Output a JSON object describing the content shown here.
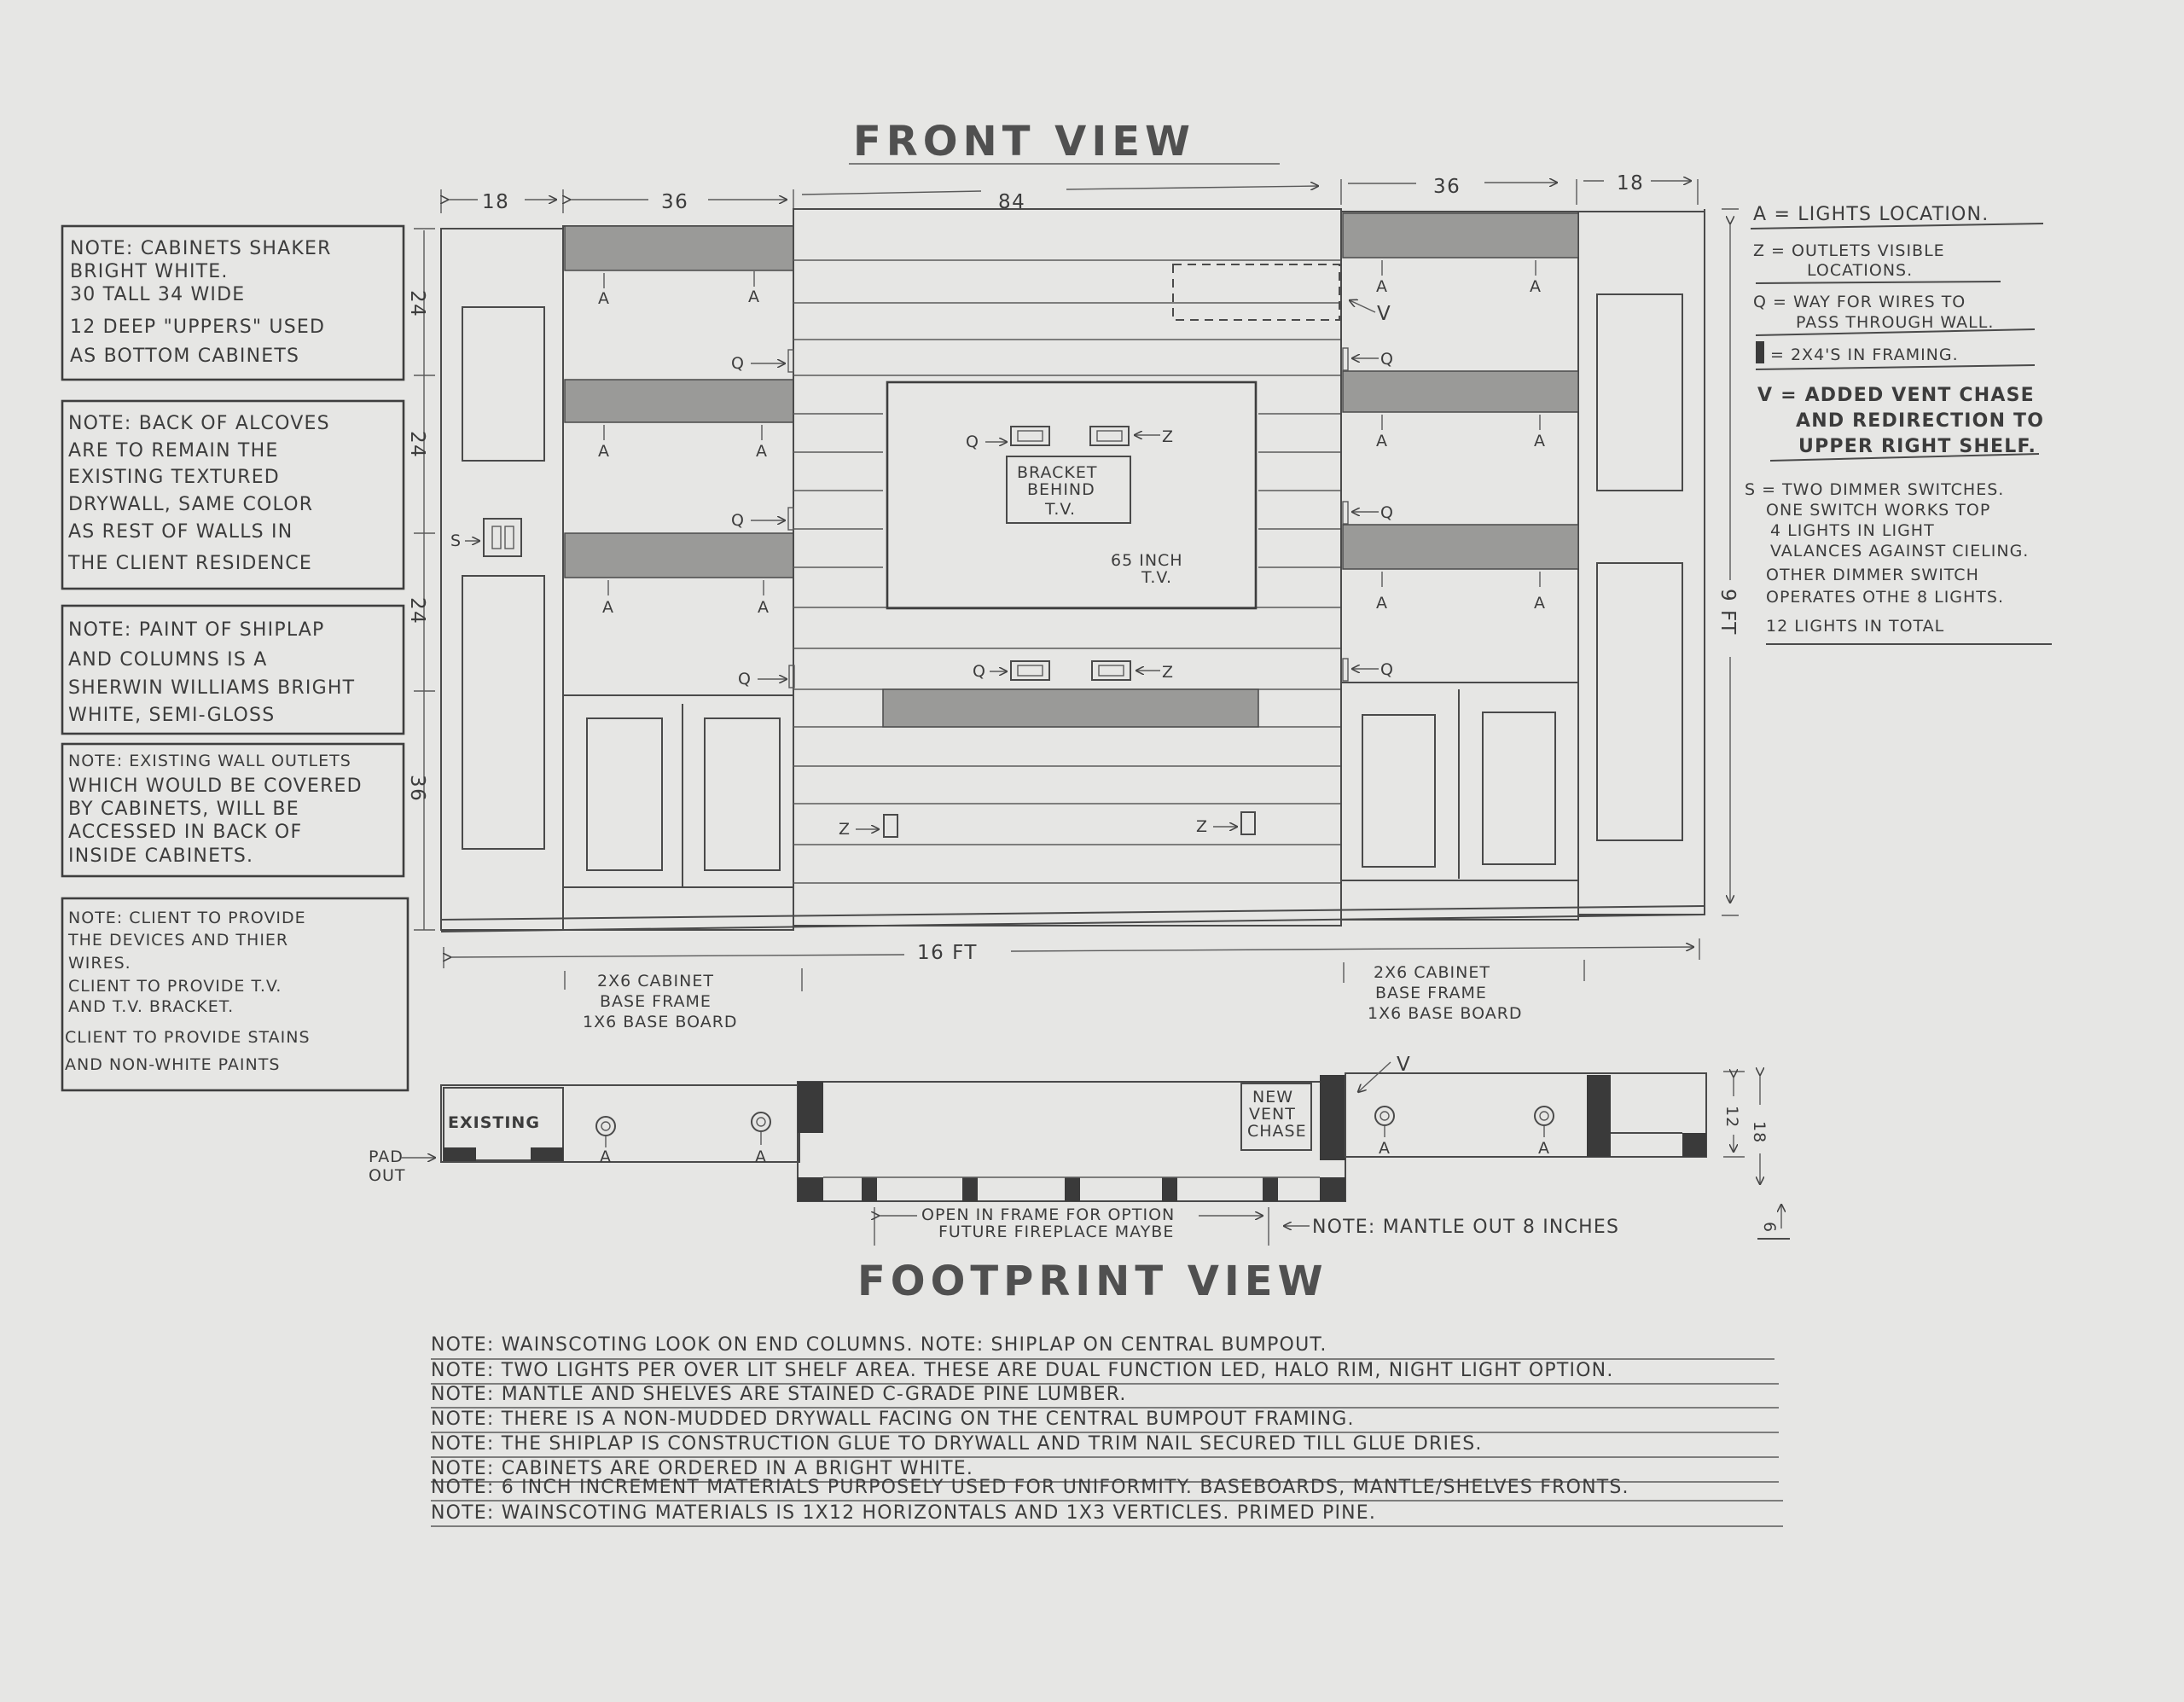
{
  "titles": {
    "front": "FRONT VIEW",
    "footprint": "FOOTPRINT VIEW"
  },
  "dimensions": {
    "top": [
      "18",
      "36",
      "84",
      "36",
      "18"
    ],
    "left_side": [
      "24",
      "24",
      "24",
      "36"
    ],
    "overall_width": "16 FT",
    "overall_height": "9 FT",
    "footprint_depth_a": "12",
    "footprint_depth_b": "18",
    "footprint_pad": "6"
  },
  "left_notes": [
    [
      "NOTE: CABINETS SHAKER",
      "BRIGHT WHITE.",
      "30 TALL 34 WIDE",
      "12 DEEP \"UPPERS\" USED",
      "AS BOTTOM CABINETS"
    ],
    [
      "NOTE: BACK OF ALCOVES",
      "ARE TO REMAIN THE",
      "EXISTING TEXTURED",
      "DRYWALL, SAME COLOR",
      "AS REST OF WALLS IN",
      "THE CLIENT RESIDENCE"
    ],
    [
      "NOTE: PAINT OF SHIPLAP",
      "AND COLUMNS IS A",
      "SHERWIN WILLIAMS BRIGHT",
      "WHITE, SEMI-GLOSS"
    ],
    [
      "NOTE: EXISTING WALL OUTLETS",
      "WHICH WOULD BE COVERED",
      "BY CABINETS, WILL BE",
      "ACCESSED IN BACK OF",
      "INSIDE CABINETS."
    ],
    [
      "NOTE: CLIENT TO PROVIDE",
      "THE DEVICES AND THIER",
      "WIRES.",
      "CLIENT TO PROVIDE T.V.",
      "AND T.V. BRACKET.",
      "CLIENT TO PROVIDE STAINS",
      "AND NON-WHITE PAINTS"
    ]
  ],
  "legend": [
    [
      "A = LIGHTS LOCATION."
    ],
    [
      "Z = OUTLETS VISIBLE",
      "LOCATIONS."
    ],
    [
      "Q = WAY FOR WIRES TO",
      "PASS THROUGH WALL."
    ],
    [
      "= 2X4'S IN FRAMING."
    ],
    [
      "V = ADDED VENT CHASE",
      "AND REDIRECTION TO",
      "UPPER RIGHT SHELF."
    ],
    [
      "S = TWO DIMMER SWITCHES.",
      "ONE SWITCH WORKS TOP",
      "4 LIGHTS IN LIGHT",
      "VALANCES AGAINST CIELING.",
      "OTHER DIMMER SWITCH",
      "OPERATES OTHE 8 LIGHTS.",
      "12 LIGHTS IN TOTAL"
    ]
  ],
  "labels": {
    "light": "A",
    "outlet": "Z",
    "wire_pass": "Q",
    "switch": "S",
    "vent": "V",
    "bracket": [
      "BRACKET",
      "BEHIND",
      "T.V."
    ],
    "tv": [
      "65 INCH",
      "T.V."
    ],
    "base_frame": [
      "2X6 CABINET",
      "BASE FRAME",
      "1X6 BASE BOARD"
    ],
    "existing": "EXISTING",
    "pad_out": [
      "PAD",
      "OUT"
    ],
    "new_vent": [
      "NEW",
      "VENT",
      "CHASE"
    ],
    "fireplace": [
      "OPEN IN FRAME FOR OPTION",
      "FUTURE FIREPLACE MAYBE"
    ],
    "mantle_note": "NOTE: MANTLE OUT 8 INCHES"
  },
  "bottom_notes": [
    "NOTE: WAINSCOTING LOOK ON END COLUMNS.      NOTE: SHIPLAP ON CENTRAL BUMPOUT.",
    "NOTE: TWO LIGHTS PER OVER LIT SHELF AREA. THESE ARE DUAL FUNCTION LED, HALO RIM, NIGHT LIGHT OPTION.",
    "NOTE: MANTLE AND SHELVES ARE STAINED C-GRADE PINE LUMBER.",
    "NOTE: THERE IS A NON-MUDDED DRYWALL FACING ON THE CENTRAL BUMPOUT FRAMING.",
    "NOTE: THE SHIPLAP IS CONSTRUCTION GLUE TO DRYWALL AND TRIM NAIL SECURED TILL GLUE DRIES.",
    "NOTE: CABINETS ARE ORDERED IN A BRIGHT WHITE.",
    "NOTE: 6 INCH INCREMENT MATERIALS PURPOSELY USED FOR UNIFORMITY. BASEBOARDS, MANTLE/SHELVES FRONTS.",
    "NOTE: WAINSCOTING MATERIALS IS 1X12 HORIZONTALS AND 1X3 VERTICLES. PRIMED PINE."
  ]
}
